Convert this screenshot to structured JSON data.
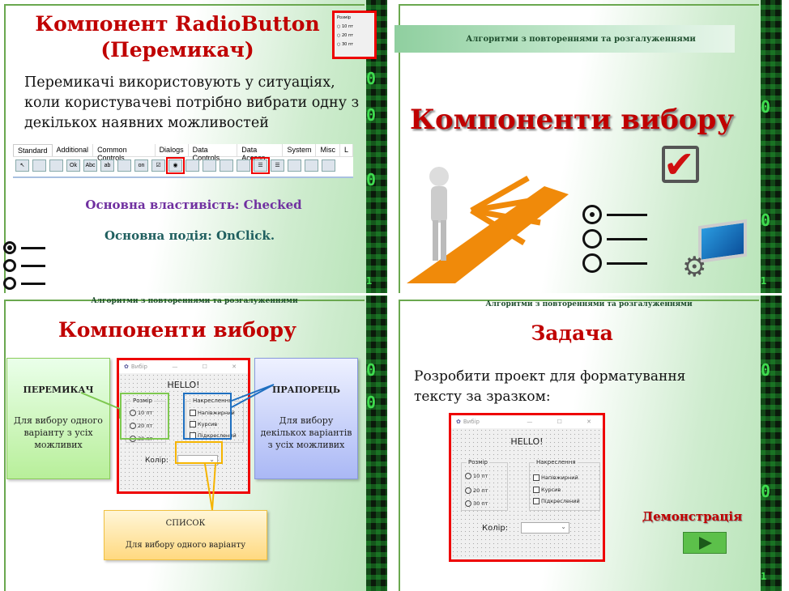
{
  "header_text": "Алгоритми з повтореннями та розгалуженнями",
  "slide1": {
    "title_line1": "Компонент RadioButton",
    "title_line2": "(Перемикач)",
    "body": "Перемикачі використовують у ситуаціях, коли користувачеві потрібно вибрати одну з декількох наявних можливостей",
    "palette_tabs": [
      "Standard",
      "Additional",
      "Common Controls",
      "Dialogs",
      "Data Controls",
      "Data Access",
      "System",
      "Misc",
      "L"
    ],
    "property": "Основна властивість: Checked",
    "event": "Основна подія: OnClick.",
    "mini_group": {
      "title": "Розмір",
      "options": [
        "10 пт",
        "20 пт",
        "30 пт"
      ]
    }
  },
  "slide2": {
    "title": "Компоненти вибору"
  },
  "slide3": {
    "title": "Компоненти вибору",
    "radio_callout": {
      "title": "ПЕРЕМИКАЧ",
      "text": "Для вибору одного варіанту з усіх можливих"
    },
    "check_callout": {
      "title": "ПРАПОРЕЦЬ",
      "text": "Для вибору декількох варіантів з усіх можливих"
    },
    "list_callout": {
      "title": "СПИСОК",
      "text": "Для вибору одного варіанту"
    }
  },
  "slide4": {
    "title": "Задача",
    "body": "Розробити проект для форматування тексту за зразком:",
    "demo_label": "Демонстрація"
  },
  "form": {
    "window_title": "Вибір",
    "window_controls": "— ☐ ✕",
    "hello": "HELLO!",
    "size_group": {
      "title": "Розмір",
      "options": [
        "10 пт",
        "20 пт",
        "30 пт"
      ]
    },
    "style_group": {
      "title": "Накреслення",
      "options": [
        "Напівжирний",
        "Курсив",
        "Підкреслений"
      ]
    },
    "color_label": "Колір:",
    "combo_arrow": "⌄"
  },
  "colors": {
    "title_red": "#c00000",
    "accent_green": "#6aa84f",
    "purple": "#7030a0",
    "teal": "#1f5f5f"
  }
}
